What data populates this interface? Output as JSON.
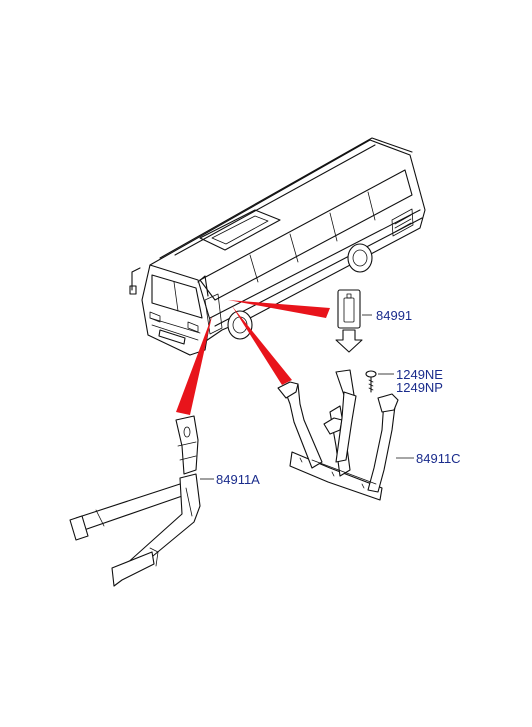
{
  "parts": [
    {
      "id": "part-84991",
      "label": "84991"
    },
    {
      "id": "part-1249ne",
      "label": "1249NE"
    },
    {
      "id": "part-1249np",
      "label": "1249NP"
    },
    {
      "id": "part-84911c",
      "label": "84911C"
    },
    {
      "id": "part-84911a",
      "label": "84911A"
    }
  ],
  "colors": {
    "label_text": "#1a2c8c",
    "callout_arrow": "#e8141b",
    "outline": "#111111",
    "background": "#ffffff"
  },
  "icons": [
    "bus-illustration",
    "fire-extinguisher-icon",
    "down-arrow-icon",
    "screw-icon",
    "bracket-84911c",
    "bracket-84911a"
  ]
}
